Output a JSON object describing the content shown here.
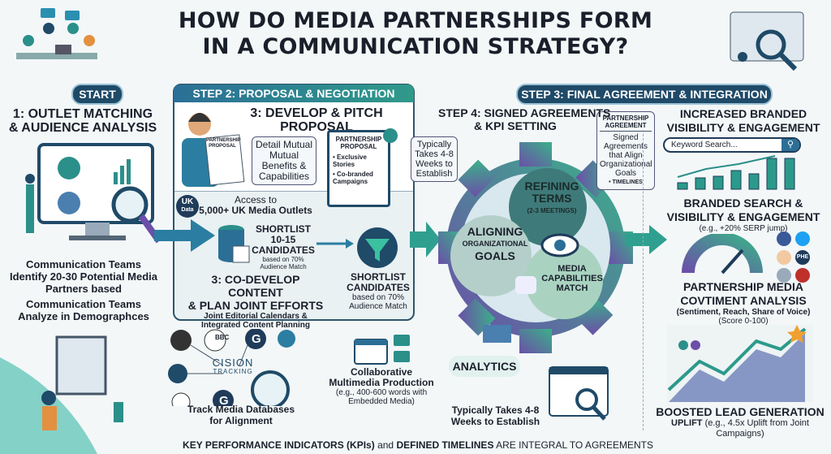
{
  "title": {
    "line1": "HOW DO MEDIA PARTNERSHIPS FORM",
    "line2": "IN A COMMUNICATION STRATEGY?"
  },
  "start": {
    "pill": "START",
    "heading1": "1: OUTLET MATCHING",
    "heading2": "& AUDIENCE ANALYSIS",
    "text1": "Communication Teams Identify 20-30 Potential Media Partners based",
    "text2": "Communication Teams Analyze in Demographces"
  },
  "step2": {
    "header": "STEP 2: PROPOSAL & NEGOTIATION",
    "pitch_heading": "3: DEVELOP & PITCH PROPOSAL",
    "held_doc": "PARTNERSHIP PROPOSAL",
    "bubble": "Detail Mutual Mutual Benefits & Capabilities",
    "clipboard_title": "PARTNERSHIP PROPOSAL",
    "clipboard_items": [
      "Exclusive Stories",
      "Co-branded Campaigns"
    ],
    "timing_bubble": "Typically Takes 4-8 Weeks to Establish",
    "uk_badge_1": "UK",
    "uk_badge_2": "Data",
    "access_1": "Access to",
    "access_2": "5,000+ UK Media Outlets",
    "shortlist_1": "SHORTLIST",
    "shortlist_2": "10-15",
    "shortlist_3": "CANDIDATES",
    "shortlist_sub": "based on 70% Audience Match",
    "codevelop_1": "3: CO-DEVELOP CONTENT",
    "codevelop_2": "& PLAN JOINT EFFORTS",
    "codevelop_sub": "Joint Editorial Calendars & Integrated Content Planning",
    "shortlist_c1": "SHORTLIST",
    "shortlist_c2": "CANDIDATES",
    "shortlist_c_sub": "based on 70% Audience Match"
  },
  "bottom_left": {
    "tracking_1": "CISION",
    "tracking_2": "TRACKING",
    "outlet_logos": [
      "BBC",
      "G",
      "G"
    ],
    "caption": "Track Media Databases for Alignment",
    "multimedia": "Collaborative Multimedia Production",
    "multimedia_sub": "(e.g., 400-600 words with Embedded Media)"
  },
  "step3": {
    "pill": "STEP 3: FINAL AGREEMENT & INTEGRATION",
    "step4_1": "STEP 4: SIGNED AGREEMENTS",
    "step4_2": "& KPI SETTING",
    "agreement_title": "PARTNERSHIP AGREEMENT",
    "agreement_text": "Signed Agreements that Align Organizational Goals",
    "agreement_bullet": "• TIMELINES",
    "refining": "REFINING TERMS",
    "refining_sub": "(2-3 MEETINGS)",
    "aligning_1": "ALIGNING",
    "aligning_2": "ORGANIZATIONAL",
    "aligning_3": "GOALS",
    "media_match": "MEDIA CAPABILITIES MATCH",
    "analytics": "ANALYTICS",
    "timing": "Typically Takes 4-8 Weeks to Establish"
  },
  "results": {
    "visibility_1": "INCREASED BRANDED",
    "visibility_2": "VISIBILITY & ENGAGEMENT",
    "search_placeholder": "Keyword Search...",
    "branded_1": "BRANDED SEARCH &",
    "branded_2": "VISIBILITY & ENGAGEMENT",
    "branded_sub": "(e.g., +20% SERP jump)",
    "social_icons": [
      "facebook",
      "twitter",
      "FT",
      "PHE",
      "news",
      "other"
    ],
    "sentiment_1": "PARTNERSHIP MEDIA",
    "sentiment_2": "COVTIMENT ANALYSIS",
    "sentiment_sub": "(Sentiment, Reach, Share of Voice)",
    "sentiment_score": "(Score 0-100)",
    "lead_1": "BOOSTED LEAD GENERATION",
    "lead_2": "UPLIFT",
    "lead_sub": "(e.g., 4.5x Uplift from Joint Campaigns)"
  },
  "footer": {
    "p1": "KEY PERFORMANCE INDICATORS (KPIs)",
    "p2": " and ",
    "p3": "DEFINED TIMELINES",
    "p4": " ARE INTEGRAL TO AGREEMENTS"
  },
  "colors": {
    "navy": "#1f4a68",
    "teal": "#2b8f8a",
    "purple": "#6b4fa8",
    "green": "#3aa86b"
  }
}
